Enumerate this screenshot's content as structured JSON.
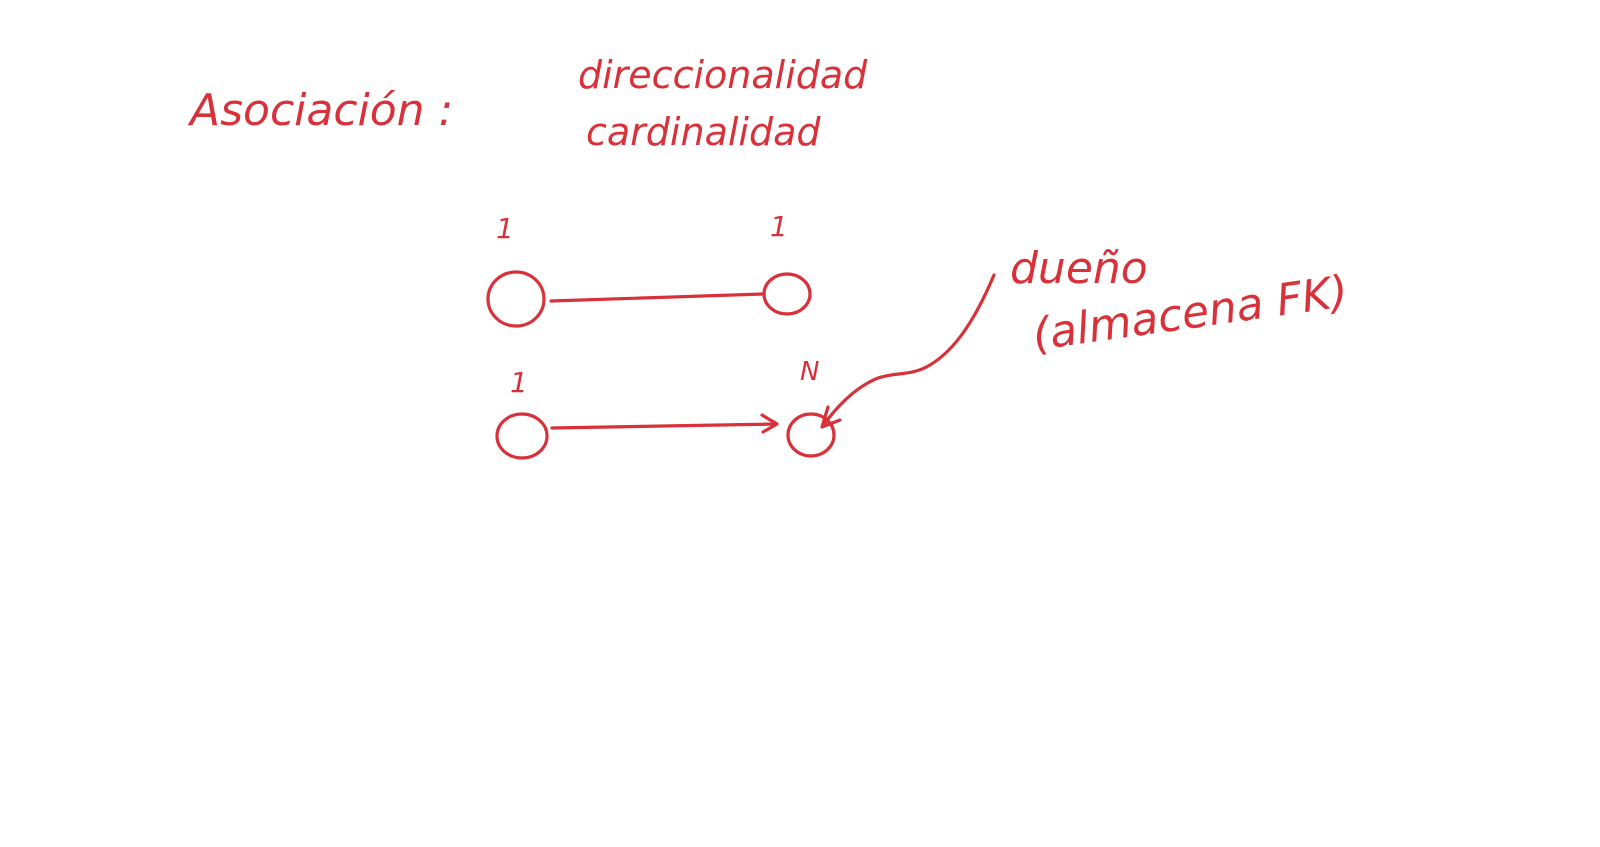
{
  "ink_color": "#d8313a",
  "heading": "Asociación :",
  "topics": [
    "direccionalidad",
    "cardinalidad"
  ],
  "row1": {
    "left_label": "1",
    "right_label": "1"
  },
  "row2": {
    "left_label": "1",
    "right_label": "N"
  },
  "annotation": {
    "line1": "dueño",
    "line2": "(almacena FK)"
  }
}
